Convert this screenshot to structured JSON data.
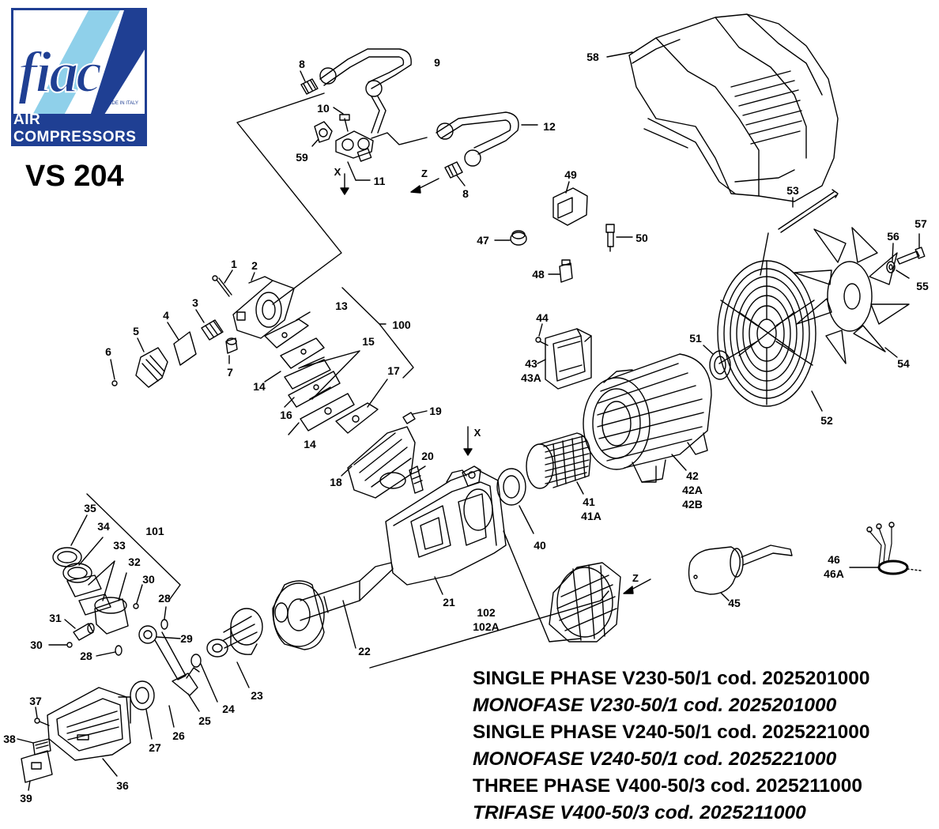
{
  "brand": {
    "logo_text": "fiac",
    "tagline": "AIR COMPRESSORS",
    "small_print": "MADE IN ITALY",
    "colors": {
      "primary": "#1f3f93",
      "accent": "#8fd0ea"
    }
  },
  "model": "VS 204",
  "callouts": [
    "1",
    "2",
    "3",
    "4",
    "5",
    "6",
    "7",
    "8",
    "9",
    "10",
    "11",
    "12",
    "13",
    "14",
    "15",
    "16",
    "17",
    "18",
    "19",
    "20",
    "21",
    "22",
    "23",
    "24",
    "25",
    "26",
    "27",
    "28",
    "29",
    "30",
    "31",
    "32",
    "33",
    "34",
    "35",
    "36",
    "37",
    "38",
    "39",
    "40",
    "41",
    "42",
    "43",
    "44",
    "45",
    "46",
    "47",
    "48",
    "49",
    "50",
    "51",
    "52",
    "53",
    "54",
    "55",
    "56",
    "57",
    "58",
    "59",
    "100",
    "101",
    "102"
  ],
  "labels": {
    "c8a": "8",
    "c9": "9",
    "c10": "10",
    "c59": "59",
    "c11": "11",
    "c12": "12",
    "c8b": "8",
    "x1": "X",
    "z1": "Z",
    "c49": "49",
    "c47": "47",
    "c48": "48",
    "c50": "50",
    "c58": "58",
    "c53": "53",
    "c57": "57",
    "c56": "56",
    "c55": "55",
    "c54": "54",
    "c52": "52",
    "c51": "51",
    "c1": "1",
    "c2": "2",
    "c3": "3",
    "c4": "4",
    "c5": "5",
    "c6": "6",
    "c7": "7",
    "c13": "13",
    "c100": "100",
    "c15": "15",
    "c14a": "14",
    "c16": "16",
    "c17": "17",
    "c14b": "14",
    "c19": "19",
    "c20": "20",
    "c18": "18",
    "x2": "X",
    "c44": "44",
    "c43": "43",
    "c43a": "43A",
    "c41": "41",
    "c41a": "41A",
    "c40": "40",
    "c42": "42",
    "c42a": "42A",
    "c42b": "42B",
    "c35": "35",
    "c34": "34",
    "c101": "101",
    "c33": "33",
    "c32": "32",
    "c30a": "30",
    "c28a": "28",
    "c31": "31",
    "c30b": "30",
    "c28b": "28",
    "c29": "29",
    "c21": "21",
    "c102": "102",
    "c102a": "102A",
    "c22": "22",
    "z2": "Z",
    "c23": "23",
    "c24": "24",
    "c25": "25",
    "c26": "26",
    "c27": "27",
    "c37": "37",
    "c38": "38",
    "c39": "39",
    "c36": "36",
    "c45": "45",
    "c46": "46",
    "c46a": "46A"
  },
  "codes": [
    {
      "text": "SINGLE PHASE V230-50/1 cod. 2025201000",
      "style": "upright"
    },
    {
      "text": "MONOFASE  V230-50/1 cod. 2025201000",
      "style": "italic"
    },
    {
      "text": "SINGLE PHASE V240-50/1 cod. 2025221000",
      "style": "upright"
    },
    {
      "text": "MONOFASE V240-50/1 cod. 2025221000",
      "style": "italic"
    },
    {
      "text": "THREE PHASE V400-50/3 cod. 2025211000",
      "style": "upright"
    },
    {
      "text": "TRIFASE V400-50/3 cod. 2025211000",
      "style": "italic"
    }
  ]
}
